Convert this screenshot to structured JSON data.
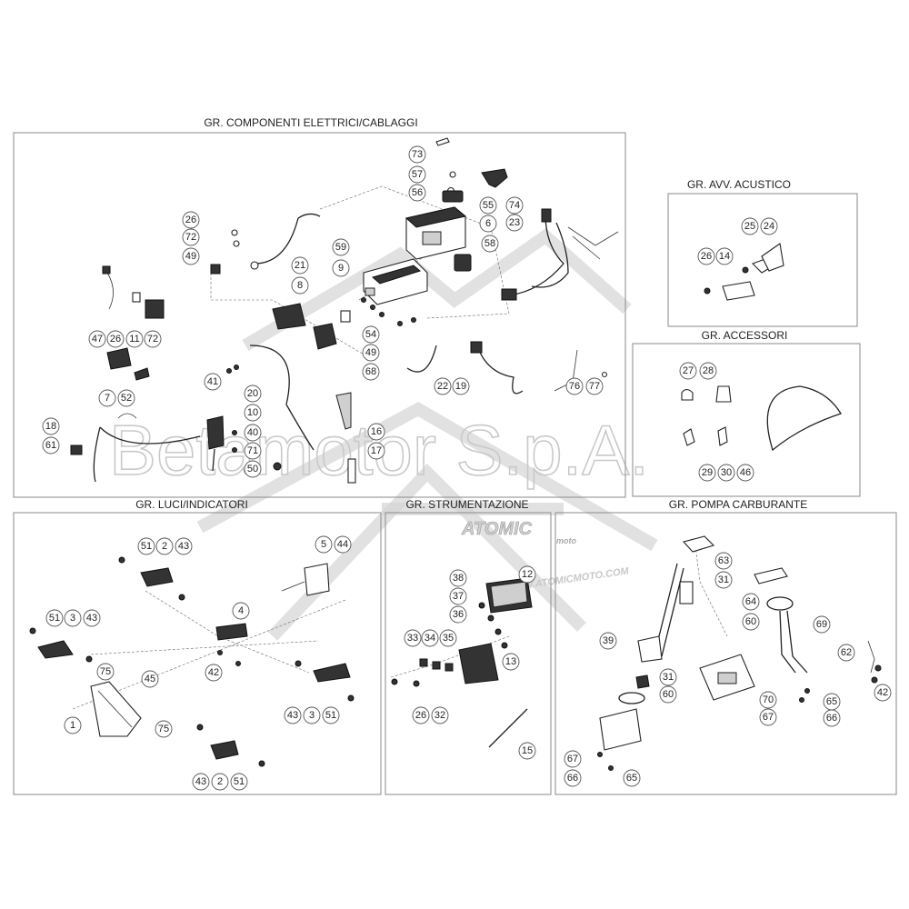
{
  "watermark": {
    "brand": "Betamotor S.p.A.",
    "logo": "ATOMIC",
    "logo_sub": "moto",
    "url": "WWW.ATOMICMOTO.COM"
  },
  "sections": {
    "electrical": {
      "title": "GR. COMPONENTI ELETTRICI/CABLAGGI",
      "callouts": [
        "73",
        "57",
        "56",
        "55",
        "74",
        "6",
        "23",
        "58",
        "26",
        "72",
        "49",
        "21",
        "59",
        "9",
        "8",
        "54",
        "49",
        "68",
        "47",
        "26",
        "11",
        "72",
        "41",
        "7",
        "52",
        "20",
        "10",
        "22",
        "19",
        "76",
        "77",
        "18",
        "61",
        "40",
        "71",
        "50",
        "16",
        "17"
      ]
    },
    "horn": {
      "title": "GR. AVV. ACUSTICO",
      "callouts": [
        "25",
        "24",
        "26",
        "14"
      ]
    },
    "accessories": {
      "title": "GR. ACCESSORI",
      "callouts": [
        "27",
        "28",
        "29",
        "30",
        "46"
      ]
    },
    "lights": {
      "title": "GR. LUCI/INDICATORI",
      "callouts": [
        "51",
        "2",
        "43",
        "5",
        "44",
        "4",
        "51",
        "3",
        "43",
        "75",
        "45",
        "42",
        "1",
        "75",
        "43",
        "3",
        "51",
        "43",
        "2",
        "51"
      ]
    },
    "instruments": {
      "title": "GR. STRUMENTAZIONE",
      "callouts": [
        "38",
        "12",
        "37",
        "36",
        "33",
        "34",
        "35",
        "13",
        "26",
        "32",
        "15"
      ]
    },
    "fuel_pump": {
      "title": "GR. POMPA CARBURANTE",
      "callouts": [
        "63",
        "31",
        "64",
        "69",
        "60",
        "39",
        "62",
        "42",
        "31",
        "60",
        "70",
        "65",
        "67",
        "66",
        "67",
        "66",
        "65"
      ]
    }
  }
}
